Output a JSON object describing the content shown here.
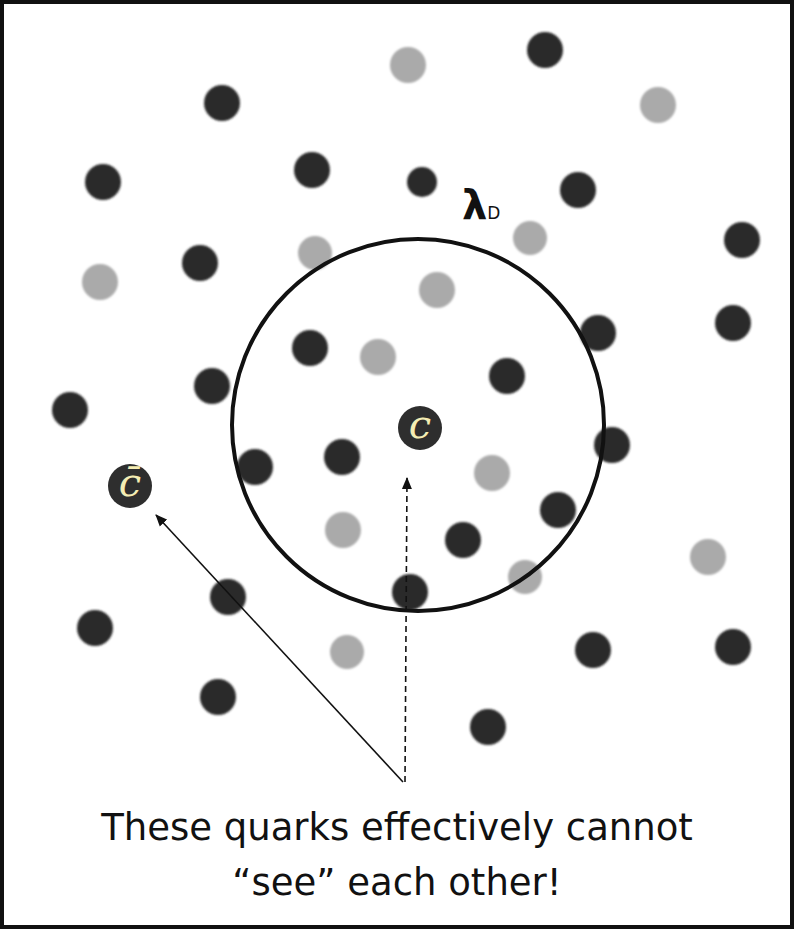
{
  "diagram": {
    "nodes": [
      {
        "text": [
          "λD"
        ]
      },
      {
        "text": [
          "c"
        ],
        "in": 0
      },
      {
        "text": [
          "c̄"
        ]
      }
    ],
    "labels": [
      "These quarks effectively cannot “see” each other!"
    ]
  }
}
